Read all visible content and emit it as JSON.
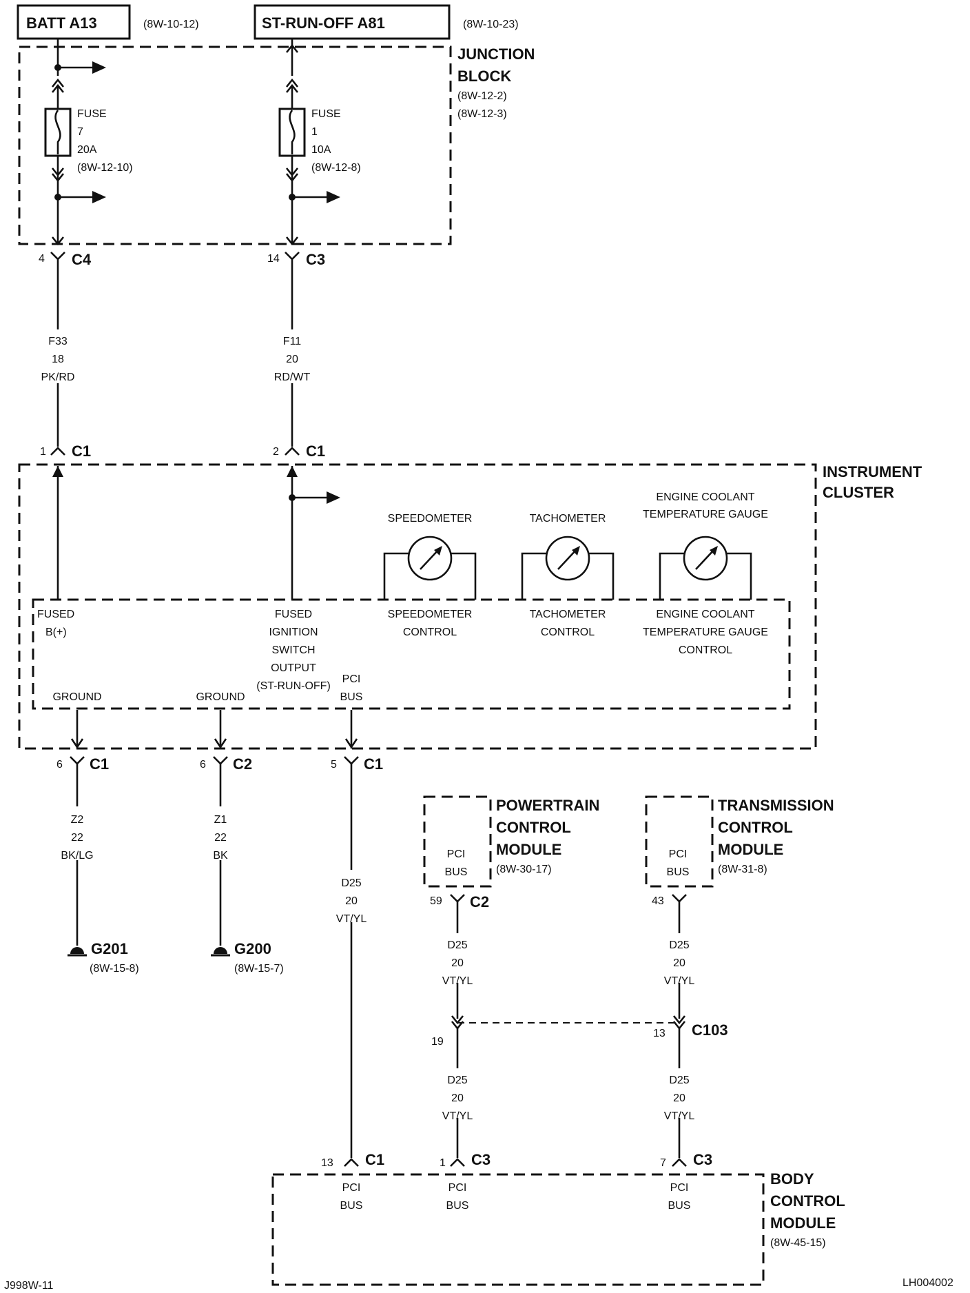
{
  "sources": {
    "batt": {
      "label": "BATT A13",
      "ref": "(8W-10-12)"
    },
    "strun": {
      "label": "ST-RUN-OFF A81",
      "ref": "(8W-10-23)"
    }
  },
  "junction_block": {
    "title1": "JUNCTION",
    "title2": "BLOCK",
    "ref1": "(8W-12-2)",
    "ref2": "(8W-12-3)",
    "fuse7": {
      "word": "FUSE",
      "num": "7",
      "amps": "20A",
      "ref": "(8W-12-10)"
    },
    "fuse1": {
      "word": "FUSE",
      "num": "1",
      "amps": "10A",
      "ref": "(8W-12-8)"
    }
  },
  "connectors": {
    "jb_c4": {
      "pin": "4",
      "name": "C4"
    },
    "jb_c3": {
      "pin": "14",
      "name": "C3"
    },
    "ic_c1_a": {
      "pin": "1",
      "name": "C1"
    },
    "ic_c1_b": {
      "pin": "2",
      "name": "C1"
    },
    "ic_c1_gnd": {
      "pin": "6",
      "name": "C1"
    },
    "ic_c2_gnd": {
      "pin": "6",
      "name": "C2"
    },
    "ic_c1_pci": {
      "pin": "5",
      "name": "C1"
    },
    "pcm_c2": {
      "pin": "59",
      "name": "C2"
    },
    "tcm_pin": {
      "pin": "43"
    },
    "c103_left": {
      "pin": "19"
    },
    "c103_right": {
      "pin": "13",
      "name": "C103"
    },
    "bcm_c1": {
      "pin": "13",
      "name": "C1"
    },
    "bcm_c3a": {
      "pin": "1",
      "name": "C3"
    },
    "bcm_c3b": {
      "pin": "7",
      "name": "C3"
    }
  },
  "wires": {
    "f33": {
      "circuit": "F33",
      "gauge": "18",
      "color": "PK/RD"
    },
    "f11": {
      "circuit": "F11",
      "gauge": "20",
      "color": "RD/WT"
    },
    "z2": {
      "circuit": "Z2",
      "gauge": "22",
      "color": "BK/LG"
    },
    "z1": {
      "circuit": "Z1",
      "gauge": "22",
      "color": "BK"
    },
    "d25_main": {
      "circuit": "D25",
      "gauge": "20",
      "color": "VT/YL"
    },
    "d25_pcm_up": {
      "circuit": "D25",
      "gauge": "20",
      "color": "VT/YL"
    },
    "d25_tcm_up": {
      "circuit": "D25",
      "gauge": "20",
      "color": "VT/YL"
    },
    "d25_pcm_low": {
      "circuit": "D25",
      "gauge": "20",
      "color": "VT/YL"
    },
    "d25_tcm_low": {
      "circuit": "D25",
      "gauge": "20",
      "color": "VT/YL"
    }
  },
  "instrument_cluster": {
    "title1": "INSTRUMENT",
    "title2": "CLUSTER",
    "speedometer": "SPEEDOMETER",
    "tachometer": "TACHOMETER",
    "ect1": "ENGINE COOLANT",
    "ect2": "TEMPERATURE GAUGE",
    "fused_b1": "FUSED",
    "fused_b2": "B(+)",
    "fis1": "FUSED",
    "fis2": "IGNITION",
    "fis3": "SWITCH",
    "fis4": "OUTPUT",
    "fis5": "(ST-RUN-OFF)",
    "spd_ctrl1": "SPEEDOMETER",
    "spd_ctrl2": "CONTROL",
    "tach_ctrl1": "TACHOMETER",
    "tach_ctrl2": "CONTROL",
    "ect_ctrl1": "ENGINE COOLANT",
    "ect_ctrl2": "TEMPERATURE GAUGE",
    "ect_ctrl3": "CONTROL",
    "ground_a": "GROUND",
    "ground_b": "GROUND",
    "pci1": "PCI",
    "pci2": "BUS"
  },
  "grounds": {
    "g201": {
      "name": "G201",
      "ref": "(8W-15-8)"
    },
    "g200": {
      "name": "G200",
      "ref": "(8W-15-7)"
    }
  },
  "pcm": {
    "title1": "POWERTRAIN",
    "title2": "CONTROL",
    "title3": "MODULE",
    "ref": "(8W-30-17)",
    "pci1": "PCI",
    "pci2": "BUS"
  },
  "tcm": {
    "title1": "TRANSMISSION",
    "title2": "CONTROL",
    "title3": "MODULE",
    "ref": "(8W-31-8)",
    "pci1": "PCI",
    "pci2": "BUS"
  },
  "bcm": {
    "title1": "BODY",
    "title2": "CONTROL",
    "title3": "MODULE",
    "ref": "(8W-45-15)",
    "pci_a1": "PCI",
    "pci_a2": "BUS",
    "pci_b1": "PCI",
    "pci_b2": "BUS",
    "pci_c1": "PCI",
    "pci_c2": "BUS"
  },
  "footer": {
    "left": "J998W-11",
    "right": "LH004002"
  }
}
